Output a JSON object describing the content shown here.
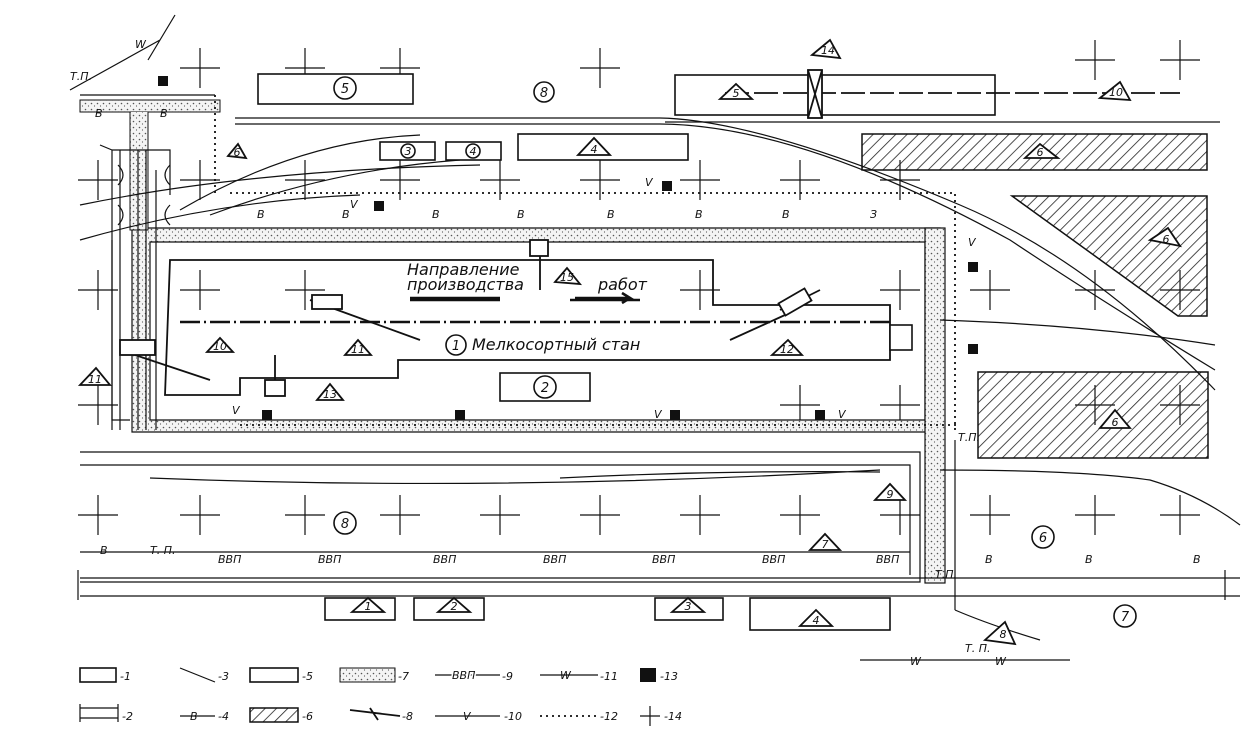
{
  "mill_title": "Мелкосортный стан",
  "mill_number": "1",
  "direction_line1": "Направление",
  "direction_line2": "производства",
  "direction_line3": "работ",
  "marker_tp": "Т.П.",
  "marker_tp_short": "Т. П.",
  "code_v": "В",
  "code_vvp": "ВВП",
  "code_w": "W",
  "code_volt": "V",
  "code_z": "З",
  "legend": [
    {
      "num": "1",
      "label": "-1"
    },
    {
      "num": "2",
      "label": "-2"
    },
    {
      "num": "3",
      "label": "-3"
    },
    {
      "num": "4",
      "label": "-4"
    },
    {
      "num": "5",
      "label": "-5"
    },
    {
      "num": "6",
      "label": "-6"
    },
    {
      "num": "7",
      "label": "-7"
    },
    {
      "num": "8",
      "label": "-8"
    },
    {
      "num": "9",
      "label": "-9"
    },
    {
      "num": "10",
      "label": "-10"
    },
    {
      "num": "11",
      "label": "-11"
    },
    {
      "num": "12",
      "label": "-12"
    },
    {
      "num": "13",
      "label": "-13"
    },
    {
      "num": "14",
      "label": "-14"
    }
  ],
  "legend_codes": {
    "item4": "В",
    "item9": "ВВП",
    "item10": "V",
    "item11": "W"
  },
  "circle_labels": [
    "5",
    "3",
    "4",
    "2",
    "8",
    "8",
    "6",
    "7"
  ],
  "triangle_labels": [
    "1",
    "2",
    "3",
    "4",
    "4",
    "5",
    "6",
    "6",
    "6",
    "7",
    "8",
    "9",
    "10",
    "10",
    "11",
    "11",
    "12",
    "13",
    "14",
    "15",
    "6"
  ]
}
